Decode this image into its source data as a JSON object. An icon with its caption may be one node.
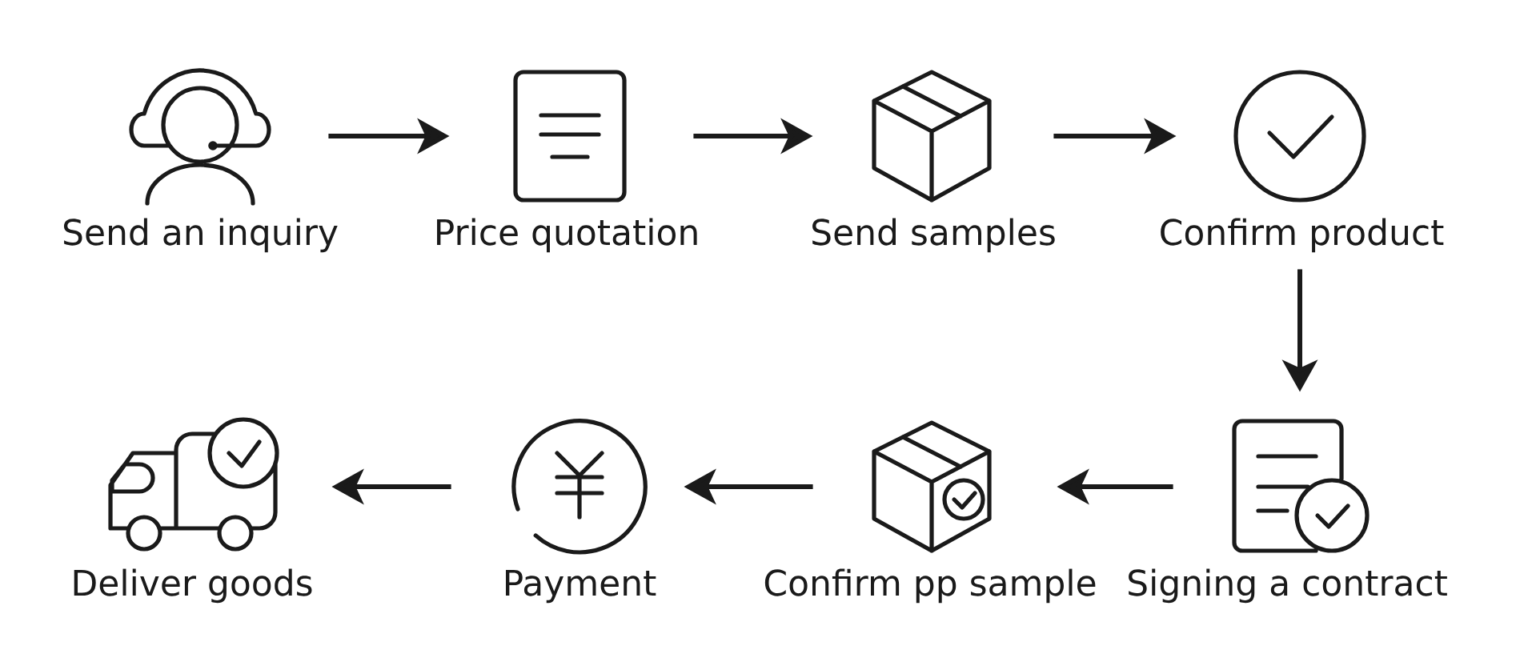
{
  "diagram": {
    "nodes": [
      {
        "text": [
          "Send an inquiry"
        ]
      },
      {
        "text": [
          "Price quotation"
        ]
      },
      {
        "text": [
          "Send samples"
        ]
      },
      {
        "text": [
          "Confirm product"
        ]
      },
      {
        "text": [
          "Deliver goods"
        ]
      },
      {
        "text": [
          "Payment"
        ]
      },
      {
        "text": [
          "Confirm pp sample"
        ]
      },
      {
        "text": [
          "Signing a contract"
        ]
      }
    ],
    "edges": [
      {
        "from": 0,
        "to": 1,
        "arrow": "to"
      },
      {
        "from": 1,
        "to": 2,
        "arrow": "to"
      },
      {
        "from": 2,
        "to": 3,
        "arrow": "to"
      },
      {
        "from": 3,
        "to": 7,
        "arrow": "to"
      },
      {
        "from": 7,
        "to": 6,
        "arrow": "to"
      },
      {
        "from": 6,
        "to": 5,
        "arrow": "to"
      },
      {
        "from": 5,
        "to": 4,
        "arrow": "to"
      }
    ]
  }
}
